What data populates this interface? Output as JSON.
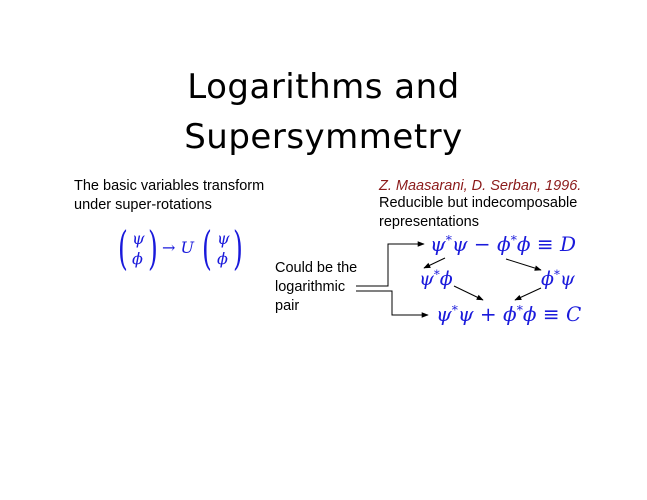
{
  "slide": {
    "title_line1": "Logarithms and",
    "title_line2": "Supersymmetry",
    "left_text_line1": "The basic variables  transform",
    "left_text_line2": "under super-rotations",
    "transform_eq": {
      "left_top": "ψ",
      "left_bottom": "ϕ",
      "operator": "→ U",
      "right_top": "ψ",
      "right_bottom": "ϕ"
    },
    "citation": "Z. Maasarani, D. Serban, 1996.",
    "right_text_line1": "Reducible but indecomposable",
    "right_text_line2": "representations",
    "note_line1": "Could be the",
    "note_line2": "logarithmic",
    "note_line3": "pair",
    "eq_D": {
      "a": "ψ",
      "b": "ψ − ϕ",
      "c": "ϕ ≡ D"
    },
    "eq_left": {
      "a": "ψ",
      "b": "ϕ"
    },
    "eq_right": {
      "a": "ϕ",
      "b": "ψ"
    },
    "eq_C": {
      "a": "ψ",
      "b": "ψ + ϕ",
      "c": "ϕ ≡ C"
    },
    "star": "*"
  },
  "colors": {
    "math": "#1a1adb",
    "citation": "#8b1a1a",
    "text": "#000000"
  }
}
